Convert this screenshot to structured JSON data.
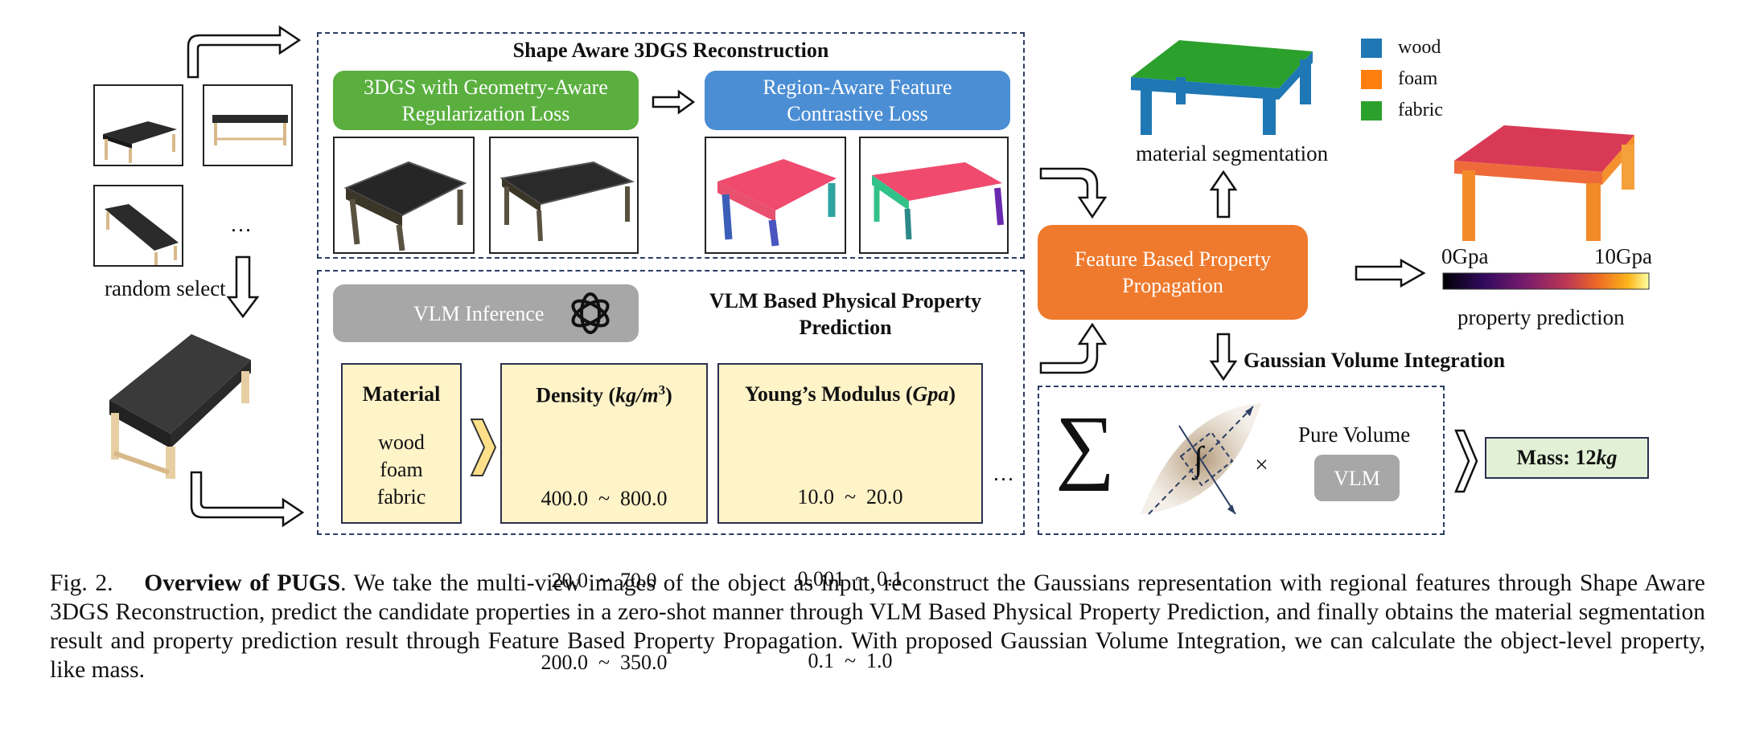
{
  "pipeline": {
    "inputs_ellipsis": "…",
    "random_select_label": "random select",
    "shape_aware": {
      "title": "Shape Aware 3DGS Reconstruction",
      "geometry_pill": "3DGS with Geometry-Aware Regularization Loss",
      "region_pill": "Region-Aware Feature Contrastive Loss"
    },
    "vlm_section": {
      "title_line1": "VLM Based Physical Property",
      "title_line2": "Prediction",
      "inference_label": "VLM Inference",
      "ellipsis": "…",
      "material_table": {
        "header": "Material",
        "rows": [
          "wood",
          "foam",
          "fabric"
        ]
      },
      "density_table": {
        "header_prefix": "Density (",
        "header_unit": "kg/m",
        "header_exp": "3",
        "header_suffix": ")",
        "rows": [
          "400.0  ~  800.0",
          "20.0  ~  70.0",
          "200.0  ~  350.0"
        ]
      },
      "youngs_table": {
        "header_prefix": "Young’s Modulus (",
        "header_unit": "Gpa",
        "header_suffix": ")",
        "rows": [
          "10.0  ~  20.0",
          "0.001  ~  0.1",
          "0.1  ~  1.0"
        ]
      }
    },
    "propagation": {
      "label": "Feature Based Property Propagation",
      "material_segmentation_label": "material segmentation",
      "property_prediction_label": "property prediction",
      "colorbar_min": "0Gpa",
      "colorbar_max": "10Gpa"
    },
    "legend": [
      {
        "label": "wood",
        "color": "#1f77b4"
      },
      {
        "label": "foam",
        "color": "#ff7f0e"
      },
      {
        "label": "fabric",
        "color": "#2ca02c"
      }
    ],
    "gaussian_volume": {
      "title": "Gaussian Volume Integration",
      "sum_symbol": "∑",
      "integral_symbol": "∫",
      "times_symbol": "×",
      "pure_volume_label": "Pure Volume",
      "vlm_label": "VLM",
      "mass_prefix": "Mass: 12",
      "mass_unit": "kg"
    },
    "colors": {
      "green_pill": "#5aaf3f",
      "blue_pill": "#4c8ed4",
      "orange_box": "#ef7a2d",
      "gray_pill": "#a7a7a7",
      "mass_box": "#e2f1d6",
      "table_fill": "#fff3c8"
    }
  },
  "caption": {
    "figure_label": "Fig. 2.",
    "bold_title": "Overview of PUGS",
    "body": ". We take the multi-view images of the object as input, reconstruct the Gaussians representation with regional features through Shape Aware 3DGS Reconstruction, predict the candidate properties in a zero-shot manner through VLM Based Physical Property Prediction, and finally obtains the material segmentation result and property prediction result through Feature Based Property Propagation. With proposed Gaussian Volume Integration, we can calculate the object-level property, like mass."
  }
}
